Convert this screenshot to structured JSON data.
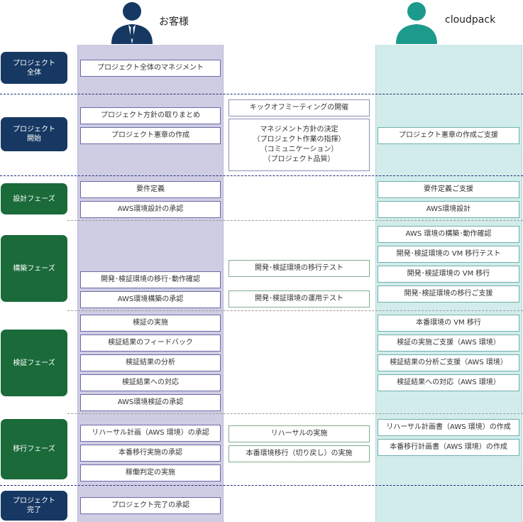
{
  "header": {
    "customer_label": "お客様",
    "provider_label": "cloudpack",
    "customer_icon": "person-suit-icon",
    "provider_icon": "person-icon",
    "colors": {
      "customer_icon": "#163863",
      "provider_icon": "#1c9a8c"
    }
  },
  "phases": [
    {
      "label": "プロジェクト\n全体"
    },
    {
      "label": "プロジェクト\n開始"
    },
    {
      "label": "設計フェーズ"
    },
    {
      "label": "構築フェーズ"
    },
    {
      "label": "検証フェーズ"
    },
    {
      "label": "移行フェーズ"
    },
    {
      "label": "プロジェクト\n完了"
    }
  ],
  "customer_tasks": [
    "プロジェクト全体のマネジメント",
    "プロジェクト方針の取りまとめ",
    "プロジェクト憲章の作成",
    "要件定義",
    "AWS環境設計の承認",
    "開発･検証環境の移行･動作確認",
    "AWS環境構築の承認",
    "検証の実施",
    "検証結果のフィードバック",
    "検証結果の分析",
    "検証結果への対応",
    "AWS環境検証の承認",
    "リハーサル計画（AWS 環境）の承認",
    "本番移行実施の承認",
    "稼働判定の実施",
    "プロジェクト完了の承認"
  ],
  "joint_tasks": [
    "キックオフミーティングの開催",
    "マネジメント方針の決定\n（プロジェクト作業の指揮）\n（コミュニケーション）\n（プロジェクト品質）",
    "開発･検証環境の移行テスト",
    "開発･検証環境の運用テスト",
    "リハーサルの実施",
    "本番環境移行（切り戻し）の実施"
  ],
  "provider_tasks": [
    "プロジェクト憲章の作成ご支援",
    "要件定義ご支援",
    "AWS環境設計",
    "AWS 環境の構築･動作確認",
    "開発･検証環境の VM 移行テスト",
    "開発･検証環境の VM 移行",
    "開発･検証環境の移行ご支援",
    "本番環境の VM 移行",
    "検証の実施ご支援（AWS 環境）",
    "検証結果の分析ご支援（AWS 環境）",
    "検証結果への対応（AWS 環境）",
    "リハーサル計画書（AWS 環境）の作成",
    "本番移行計画書（AWS 環境）の作成"
  ]
}
